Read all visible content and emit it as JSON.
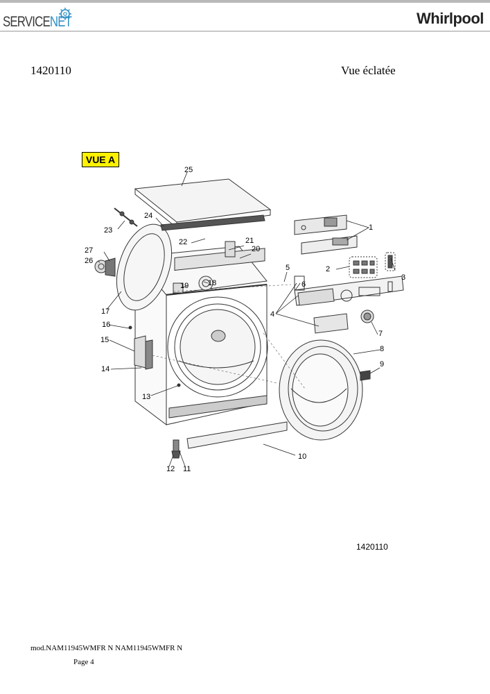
{
  "header": {
    "logo_service": "SERVICE",
    "logo_net": "NET",
    "brand": "Whirlpool"
  },
  "document": {
    "number": "1420110",
    "title": "Vue éclatée"
  },
  "diagram": {
    "view_label": "VUE A",
    "reference_code": "1420110",
    "callouts": [
      "1",
      "2",
      "3",
      "4",
      "5",
      "6",
      "7",
      "8",
      "9",
      "10",
      "11",
      "12",
      "13",
      "14",
      "15",
      "16",
      "17",
      "18",
      "19",
      "20",
      "21",
      "22",
      "23",
      "24",
      "25",
      "26",
      "27"
    ]
  },
  "footer": {
    "model": "mod.NAM11945WMFR N NAM11945WMFR N",
    "page": "Page 4"
  }
}
